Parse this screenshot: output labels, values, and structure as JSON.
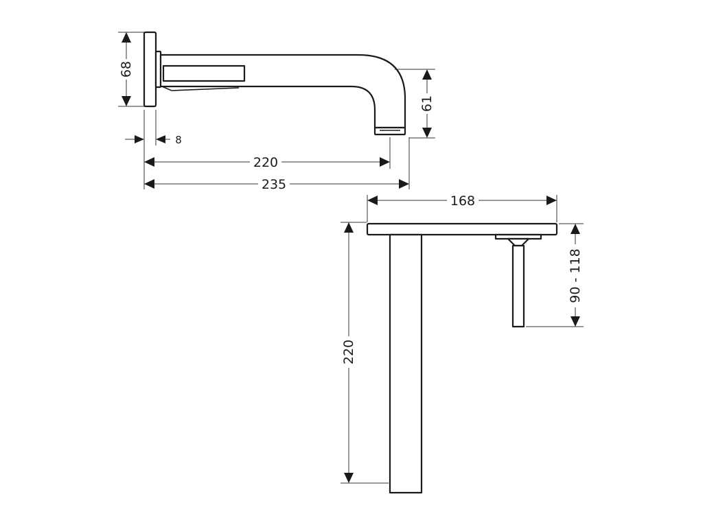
{
  "dimensions": {
    "flange_height": "68",
    "flange_thickness": "8",
    "spout_drop": "61",
    "spout_reach_inner": "220",
    "spout_reach_total": "235",
    "handle_plate_width": "168",
    "handle_depth": "90 - 118",
    "body_length": "220"
  },
  "colors": {
    "line": "#1a1a1a",
    "background": "#ffffff"
  }
}
